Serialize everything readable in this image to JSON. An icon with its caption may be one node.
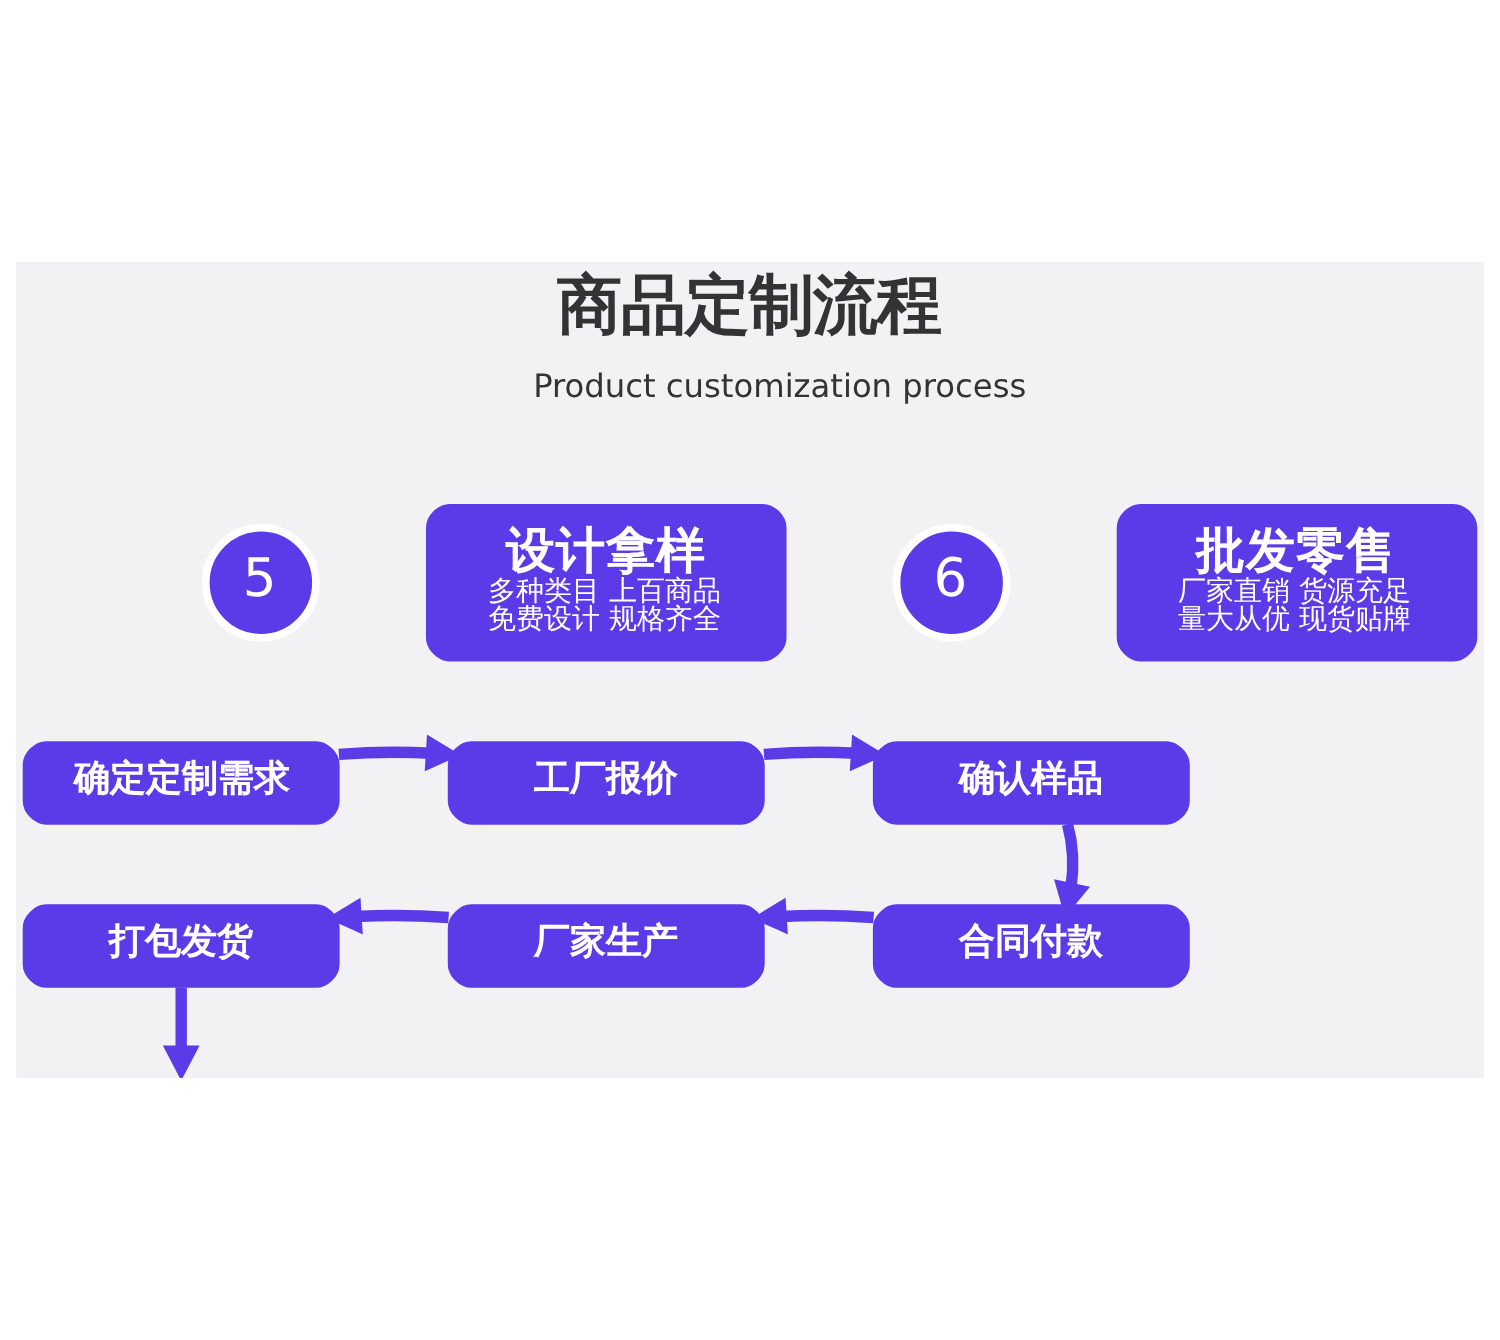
{
  "diagram": {
    "title": "商品定制流程",
    "nodes": [
      {
        "text": [
          "5"
        ]
      },
      {
        "text": [
          "设计拿样",
          "多种类目 上百商品",
          "免费设计 规格齐全"
        ]
      },
      {
        "text": [
          "6"
        ]
      },
      {
        "text": [
          "批发零售",
          "厂家直销 货源充足",
          "量大从优 现货贴牌"
        ]
      },
      {
        "text": [
          "确定定制需求"
        ]
      },
      {
        "text": [
          "工厂报价"
        ]
      },
      {
        "text": [
          "确认样品"
        ]
      },
      {
        "text": [
          "打包发货"
        ]
      },
      {
        "text": [
          "厂家生产"
        ]
      },
      {
        "text": [
          "合同付款"
        ]
      }
    ],
    "edges": [
      {
        "from": 4,
        "to": 5,
        "arrow": "to"
      },
      {
        "from": 5,
        "to": 6,
        "arrow": "to"
      },
      {
        "from": 6,
        "to": 9,
        "arrow": "to"
      },
      {
        "from": 9,
        "to": 8,
        "arrow": "to"
      },
      {
        "from": 8,
        "to": 7,
        "arrow": "to"
      },
      {
        "from": 7,
        "to": null,
        "arrow": "to"
      }
    ],
    "labels": [
      "Product customization process"
    ]
  }
}
